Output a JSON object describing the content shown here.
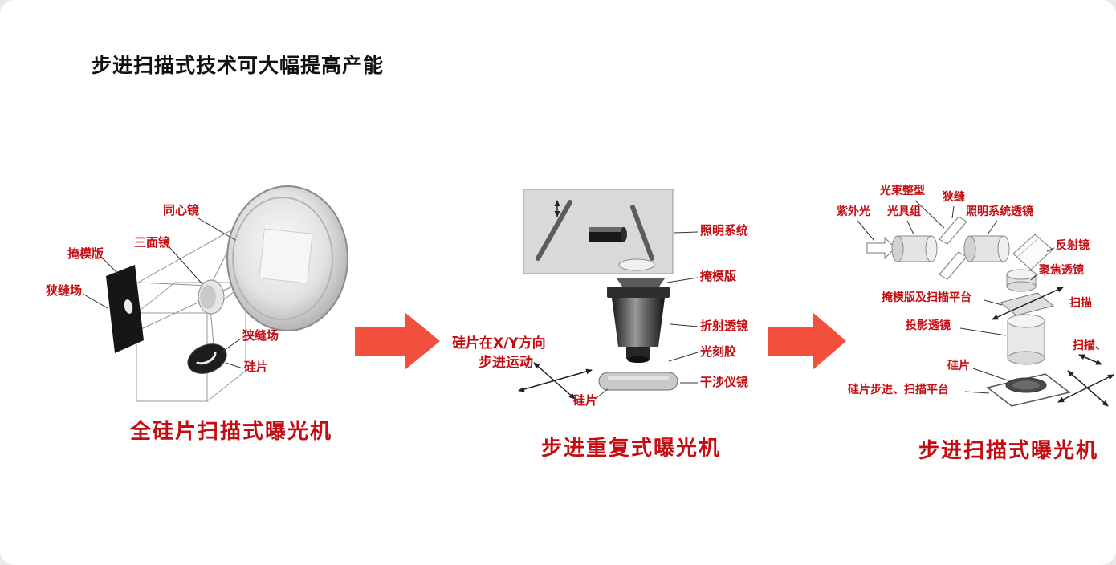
{
  "page": {
    "title": "步进扫描式技术可大幅提高产能",
    "colors": {
      "label_red": "#c40d12",
      "flow_arrow": "#f2503c",
      "background": "#ffffff"
    }
  },
  "diagram1": {
    "caption": "全硅片扫描式曝光机",
    "labels": {
      "concentric_mirror": "同心镜",
      "three_face_mirror": "三面镜",
      "mask": "掩模版",
      "slit_field_left": "狭缝场",
      "slit_field_right": "狭缝场",
      "wafer": "硅片"
    }
  },
  "diagram2": {
    "caption": "步进重复式曝光机",
    "step_motion_line1": "硅片在X/Y方向",
    "step_motion_line2": "步进运动",
    "labels": {
      "illumination_system": "照明系统",
      "mask": "掩模版",
      "refractive_lens": "折射透镜",
      "photoresist": "光刻胶",
      "interferometer_mirror": "干涉仪镜",
      "wafer": "硅片"
    }
  },
  "diagram3": {
    "caption": "步进扫描式曝光机",
    "labels": {
      "beam_shaping": "光束整型",
      "slit": "狭缝",
      "uv_light": "紫外光",
      "optics_group": "光具组",
      "illumination_lens": "照明系统透镜",
      "reflector": "反射镜",
      "focus_lens": "聚焦透镜",
      "mask_scan_stage": "掩模版及扫描平台",
      "scan_upper": "扫描",
      "projection_lens": "投影透镜",
      "scan_lower": "扫描、",
      "wafer": "硅片",
      "wafer_step_scan_stage": "硅片步进、扫描平台"
    }
  }
}
